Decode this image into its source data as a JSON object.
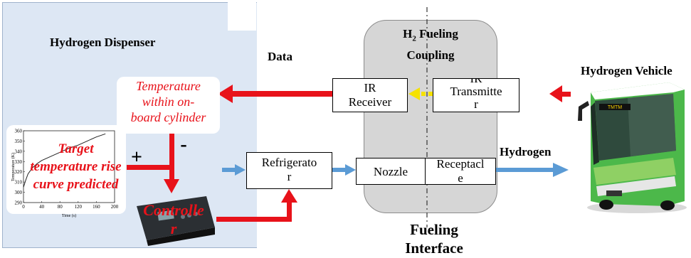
{
  "dispenser": {
    "title": "Hydrogen Dispenser"
  },
  "coupling": {
    "title_main": "H",
    "title_sub": "2",
    "title_rest": " Fueling",
    "title_line2": "Coupling"
  },
  "vehicle": {
    "title": "Hydrogen Vehicle",
    "display_text": "TMTM"
  },
  "labels": {
    "data": "Data",
    "hydrogen": "Hydrogen",
    "fueling_interface_line1": "Fueling",
    "fueling_interface_line2": "Interface",
    "plus": "+",
    "minus": "-"
  },
  "boxes": {
    "ir_receiver": [
      "IR",
      "Receiver"
    ],
    "ir_transmitter": [
      "IR",
      "Transmitte",
      "r"
    ],
    "refrigerator": [
      "Refrigerato",
      "r"
    ],
    "nozzle": "Nozzle",
    "receptacle": [
      "Receptacl",
      "e"
    ]
  },
  "temperature_text": [
    "Temperature",
    "within on-",
    "board cylinder"
  ],
  "predicted_text": [
    "Target",
    "temperature rise",
    "curve predicted"
  ],
  "controller_text": [
    "Controlle",
    "r"
  ],
  "colors": {
    "red_arrow": "#e8121a",
    "blue_arrow": "#5b9bd5",
    "yellow_arrow": "#f6e200"
  },
  "chart_data": {
    "type": "line",
    "xlabel": "Time (s)",
    "ylabel": "Temperature (K)",
    "xlim": [
      0,
      200
    ],
    "ylim": [
      290,
      360
    ],
    "x_ticks": [
      0,
      40,
      80,
      120,
      160,
      200
    ],
    "y_ticks": [
      290,
      300,
      310,
      320,
      330,
      340,
      350,
      360
    ],
    "series": [
      {
        "x": [
          0,
          5,
          10,
          20,
          30,
          40,
          60,
          80,
          100,
          120,
          140,
          160,
          180
        ],
        "values": [
          305,
          312,
          318,
          324,
          328,
          331,
          335,
          339,
          343,
          346,
          350,
          354,
          357
        ]
      }
    ]
  }
}
